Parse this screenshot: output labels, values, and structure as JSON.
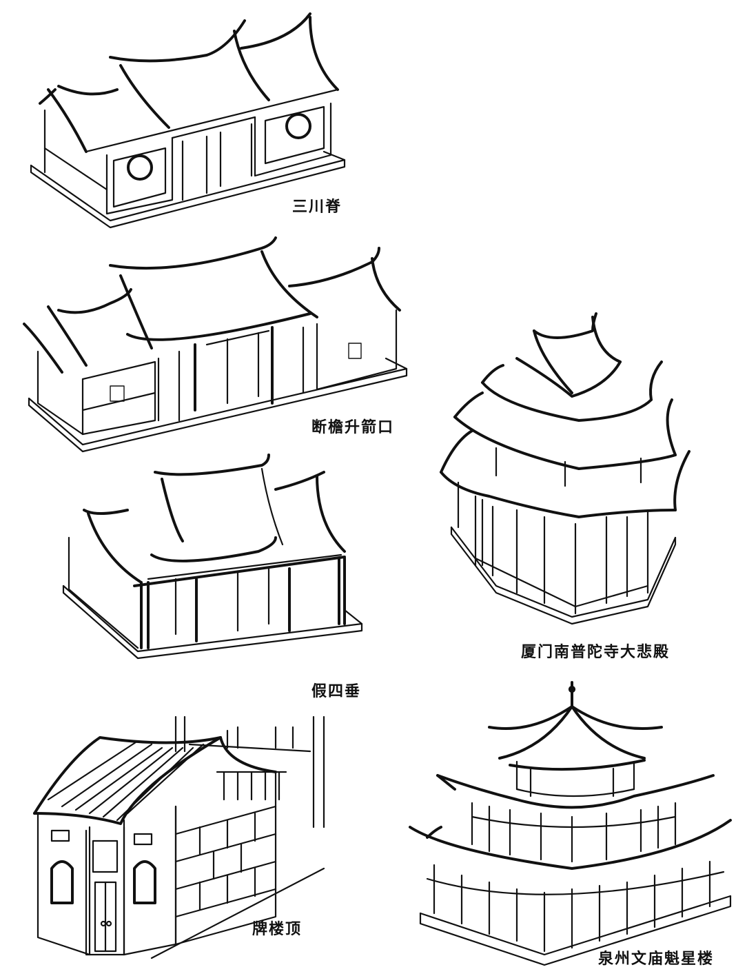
{
  "figures": [
    {
      "id": "sanchuanji",
      "label": "三川脊"
    },
    {
      "id": "duanyan",
      "label": "断檐升箭口"
    },
    {
      "id": "jiasichui",
      "label": "假四垂"
    },
    {
      "id": "dabeidian",
      "label": "厦门南普陀寺大悲殿"
    },
    {
      "id": "pailouding",
      "label": "牌楼顶"
    },
    {
      "id": "kuixinglou",
      "label": "泉州文庙魁星楼"
    }
  ]
}
